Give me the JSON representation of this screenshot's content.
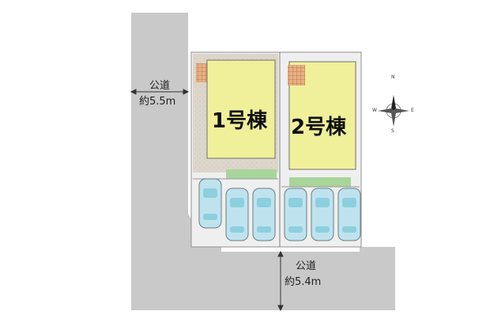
{
  "roads": {
    "west": {
      "name": "公道",
      "width": "約5.5m"
    },
    "south": {
      "name": "公道",
      "width": "約5.4m"
    }
  },
  "buildings": [
    {
      "label": "1号棟"
    },
    {
      "label": "2号棟"
    }
  ],
  "compass": {
    "north": "N",
    "east": "E",
    "south": "S",
    "west": "W"
  },
  "colors": {
    "road": "#c9c9c9",
    "building": "#f0f09a",
    "lot": "#ececec",
    "garden_path": "#d8d0c4",
    "greenery": "#a8d59a",
    "car": "#bfe3ee",
    "deck": "#c8824a"
  }
}
